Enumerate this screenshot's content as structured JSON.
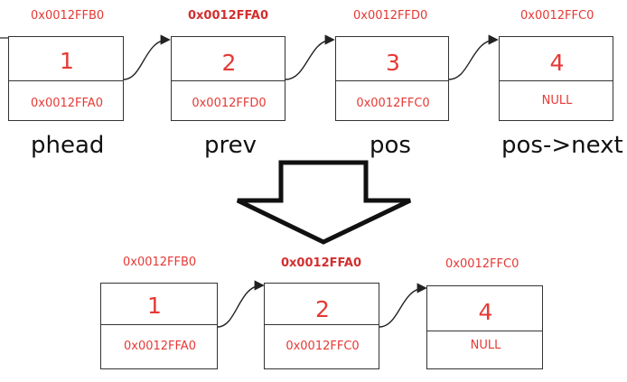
{
  "top": {
    "nodes": [
      {
        "addr": "0x0012FFB0",
        "value": "1",
        "next": "0x0012FFA0"
      },
      {
        "addr": "0x0012FFA0",
        "value": "2",
        "next": "0x0012FFD0"
      },
      {
        "addr": "0x0012FFD0",
        "value": "3",
        "next": "0x0012FFC0"
      },
      {
        "addr": "0x0012FFC0",
        "value": "4",
        "next": "NULL"
      }
    ],
    "labels": [
      "phead",
      "prev",
      "pos",
      "pos->next"
    ]
  },
  "bottom": {
    "nodes": [
      {
        "addr": "0x0012FFB0",
        "value": "1",
        "next": "0x0012FFA0"
      },
      {
        "addr": "0x0012FFA0",
        "value": "2",
        "next": "0x0012FFC0"
      },
      {
        "addr": "0x0012FFC0",
        "value": "4",
        "next": "NULL"
      }
    ]
  },
  "colors": {
    "text_red": "#e53935",
    "border": "#333333"
  }
}
